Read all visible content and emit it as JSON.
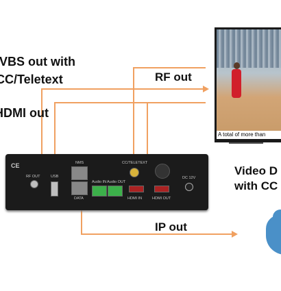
{
  "labels": {
    "cvbs_line1": "CVBS out with",
    "cvbs_line2": "CC/Teletext",
    "hdmi_out": "HDMI out",
    "rf_out": "RF out",
    "ip_out": "IP out",
    "video_line1": "Video D",
    "video_line2": "with CC"
  },
  "device": {
    "ce": "CE",
    "rf_out": "RF OUT",
    "usb": "USB",
    "nms": "NMS",
    "data": "DATA",
    "audio_in": "Audio IN",
    "audio_out": "Audio OUT",
    "cc_teletext": "CC/TELETEXT",
    "hdmi_in": "HDMI IN",
    "hdmi_out": "HDMI OUT",
    "dc": "DC 12V"
  },
  "tv": {
    "ticker": "A total of more than"
  },
  "colors": {
    "arrow": "#f0a060",
    "device": "#1b1b1b"
  }
}
